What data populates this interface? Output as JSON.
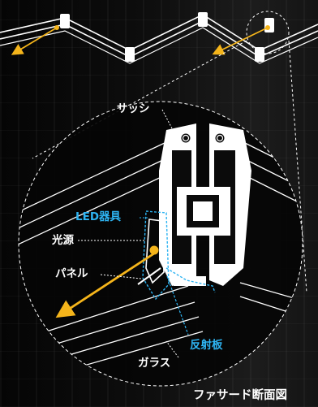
{
  "labels": {
    "sash": "サッシ",
    "led_fixture": "LED器具",
    "light_source": "光源",
    "panel": "パネル",
    "reflector": "反射板",
    "glass": "ガラス",
    "caption": "ファサード断面図"
  },
  "colors": {
    "background": "#0b0b0b",
    "line": "#ffffff",
    "accent_blue": "#2eb4f2",
    "light_yellow": "#f5b51b"
  }
}
